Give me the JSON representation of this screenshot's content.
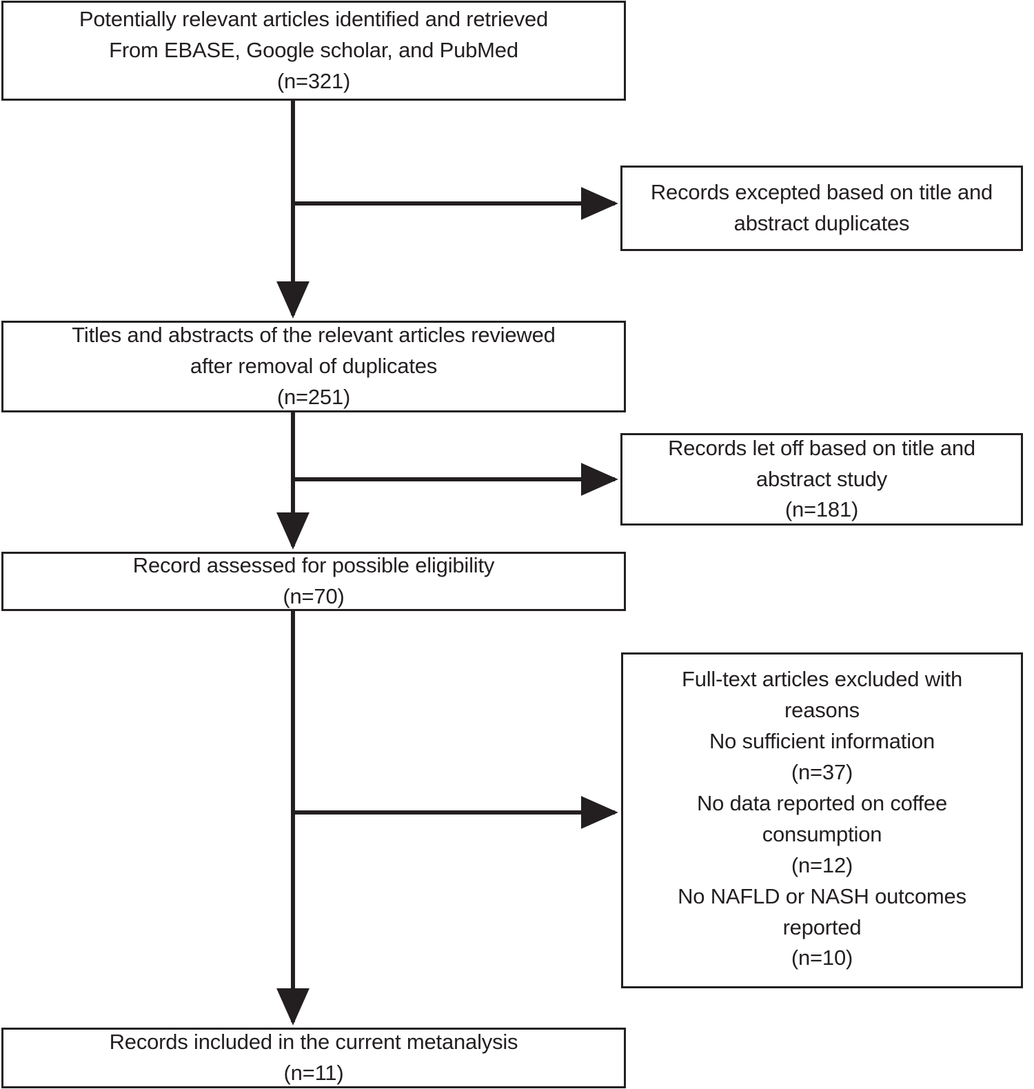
{
  "diagram": {
    "type": "prisma-flow-diagram",
    "title": "",
    "colors": {
      "box_border": "#231f20",
      "box_fill": "#ffffff",
      "connector": "#231f20",
      "text": "#231f20",
      "background": "#ffffff"
    },
    "nodes": [
      {
        "id": "identification",
        "column": "main",
        "lines": [
          "Potentially relevant articles identified and retrieved",
          "From EBASE, Google scholar, and PubMed",
          "(n=321)"
        ],
        "count_label": "(n=321)",
        "count": 321
      },
      {
        "id": "excluded-duplicates",
        "column": "side",
        "lines": [
          "Records excepted based on title and",
          "abstract duplicates"
        ],
        "count_label": "",
        "count": null
      },
      {
        "id": "screening",
        "column": "main",
        "lines": [
          "Titles and abstracts of the relevant articles reviewed",
          "after removal of duplicates",
          "(n=251)"
        ],
        "count_label": "(n=251)",
        "count": 251
      },
      {
        "id": "excluded-title-abstract",
        "column": "side",
        "lines": [
          "Records let off based on title and",
          "abstract study",
          "(n=181)"
        ],
        "count_label": "(n=181)",
        "count": 181
      },
      {
        "id": "eligibility",
        "column": "main",
        "lines": [
          "Record assessed for possible eligibility",
          "(n=70)"
        ],
        "count_label": "(n=70)",
        "count": 70
      },
      {
        "id": "excluded-fulltext",
        "column": "side",
        "lines": [
          "Full-text articles excluded with",
          "reasons",
          "No sufficient information",
          "(n=37)",
          "No data reported on coffee",
          "consumption",
          "(n=12)",
          "No NAFLD or NASH outcomes",
          "reported",
          "(n=10)"
        ],
        "reasons": [
          {
            "reason": "No sufficient information",
            "count_label": "(n=37)",
            "count": 37
          },
          {
            "reason": "No data reported on coffee consumption",
            "count_label": "(n=12)",
            "count": 12
          },
          {
            "reason": "No NAFLD or NASH outcomes reported",
            "count_label": "(n=10)",
            "count": 10
          }
        ]
      },
      {
        "id": "included",
        "column": "main",
        "lines": [
          "Records included in the current metanalysis",
          "(n=11)"
        ],
        "count_label": "(n=11)",
        "count": 11
      }
    ],
    "connectors": [
      {
        "id": "trunk-1",
        "from": "identification",
        "to": "screening",
        "direction": "down"
      },
      {
        "id": "branch-1",
        "from": "identification",
        "to": "excluded-duplicates",
        "direction": "right"
      },
      {
        "id": "trunk-2",
        "from": "screening",
        "to": "eligibility",
        "direction": "down"
      },
      {
        "id": "branch-2",
        "from": "screening",
        "to": "excluded-title-abstract",
        "direction": "right"
      },
      {
        "id": "trunk-3",
        "from": "eligibility",
        "to": "included",
        "direction": "down"
      },
      {
        "id": "branch-3",
        "from": "eligibility",
        "to": "excluded-fulltext",
        "direction": "right"
      }
    ]
  }
}
